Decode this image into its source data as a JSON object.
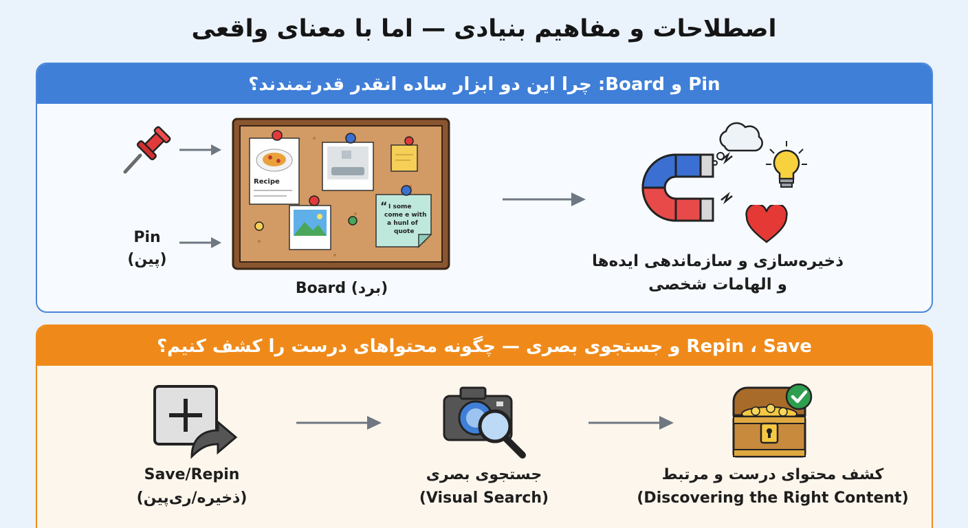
{
  "title": "اصطلاحات و مفاهیم بنیادی — اما با معنای واقعی",
  "section1": {
    "header": "Pin و Board: چرا این دو ابزار ساده انقدر قدرتمندند؟",
    "pin_label": "Pin",
    "pin_label_fa": "(پین)",
    "board_label": "Board (برد)",
    "board_card_recipe": "Recipe",
    "board_quote_lines": [
      "I some",
      "come e with",
      "a hunl of",
      "quote"
    ],
    "result_line1": "ذخیره‌سازی و سازماندهی ایده‌ها",
    "result_line2": "و الهامات شخصی"
  },
  "section2": {
    "header": "Repin ، Save و جستجوی بصری — چگونه محتواهای درست را کشف کنیم؟",
    "save_label": "Save/Repin",
    "save_label_fa": "(ذخیره/ری‌پین)",
    "search_label_fa": "جستجوی بصری",
    "search_label": "(Visual Search)",
    "discover_label_fa": "کشف محتوای درست و مرتبط",
    "discover_label": "(Discovering the Right Content)"
  },
  "colors": {
    "blue_header": "#3f7fd8",
    "orange_header": "#ef8a1a",
    "arrow": "#6e7782"
  },
  "icons": [
    "pushpin-icon",
    "corkboard-icon",
    "magnet-icon",
    "thought-cloud-icon",
    "lightbulb-icon",
    "heart-icon",
    "add-share-icon",
    "camera-search-icon",
    "treasure-chest-icon",
    "check-icon"
  ]
}
